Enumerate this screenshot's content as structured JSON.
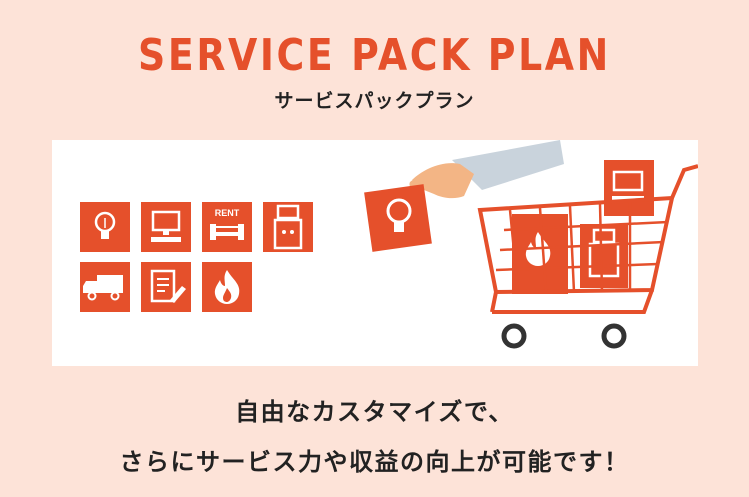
{
  "header": {
    "title": "SERVICE PACK PLAN",
    "subtitle": "サービスパックプラン"
  },
  "illustration": {
    "service_icons": [
      "lightbulb-icon",
      "monitor-icon",
      "rent-sofa-icon",
      "water-server-icon",
      "delivery-truck-icon",
      "document-pen-icon",
      "flame-icon"
    ],
    "rent_label": "RENT",
    "accent_color": "#e5502b"
  },
  "message": {
    "line1": "自由なカスタマイズで、",
    "line2": "さらにサービス力や収益の向上が可能です！"
  }
}
